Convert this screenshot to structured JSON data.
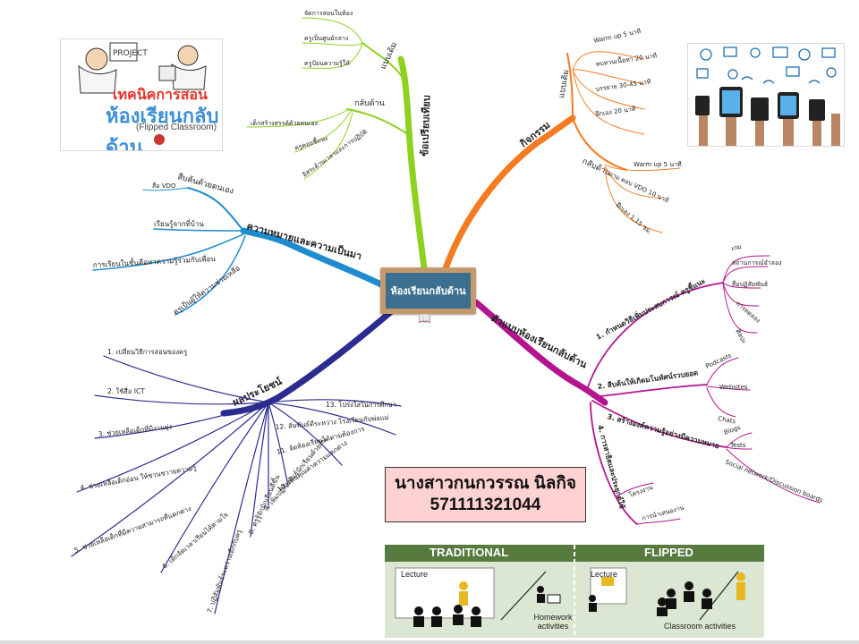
{
  "center": {
    "title": "ห้องเรียนกลับด้าน"
  },
  "student": {
    "name": "นางสาวกนกวรรณ นิลกิจ",
    "id": "571111321044"
  },
  "images": {
    "flipped_logo": {
      "line1": "เทคนิคการสอน",
      "line2": "ห้องเรียนกลับด้าน",
      "line3": "(Flipped Classroom)",
      "badge": "PROJECT"
    },
    "banner": {
      "traditional": "TRADITIONAL",
      "flipped": "FLIPPED",
      "lecture_left": "Lecture",
      "homework": "Homework\nactivities",
      "lecture_right": "Lecture",
      "classroom": "Classroom activities"
    }
  },
  "branches": {
    "compare": {
      "label": "ข้อเปรียบเทียบ",
      "color": "#8ed11f",
      "traditional": {
        "label": "แบบเดิม",
        "items": [
          "จัดการสอนในห้อง",
          "ครูเป็นศูนย์กลาง",
          "ครูป้อนความรู้ให้"
        ]
      },
      "flipped": {
        "label": "กลับด้าน",
        "items": [
          "เด็กสร้างสรรค์ด้วยตนเอง",
          "ครูคอยชี้แนะ",
          "อิสระด้านเวลาและการปฏิบัติ"
        ]
      }
    },
    "activities": {
      "label": "กิจกรรม",
      "color": "#f47b20",
      "traditional": {
        "label": "แบบเดิม",
        "items": [
          "Warm up 5 นาที",
          "ทบทวนเนื้อหา 20 นาที",
          "บรรยาย 30-45 นาที",
          "ฝึกเอง 20 นาที"
        ]
      },
      "flipped": {
        "label": "กลับด้าน",
        "items": [
          "Warm up 5 นาที",
          "ถาม ตอบ VDO 10 นาที",
          "ฝึกเอง 1.15 ชม."
        ]
      }
    },
    "meaning": {
      "label": "ความหมายและความเป็นมา",
      "color": "#1e8ccf",
      "items": [
        {
          "label": "สืบค้นด้วยตนเอง",
          "sub": [
            "สื่อ VDO"
          ]
        },
        {
          "label": "เรียนรู้จากที่บ้าน"
        },
        {
          "label": "การเรียนในชั้นคือหาความรู้ร่วมกับเพื่อน"
        },
        {
          "label": "ครูเป็นผู้ให้ความช่วยเหลือ"
        }
      ]
    },
    "model": {
      "label": "ตัวแบบห้องเรียนกลับด้าน",
      "color": "#b3158f",
      "items": [
        {
          "label": "1. กำหนดวิธีเพิ่มประสบการณ์ ครูชี้แนะ",
          "sub": [
            "เกม",
            "สถานการณ์จำลอง",
            "สื่อปฏิสัมพันธ์",
            "การทดลอง",
            "ศิลปะ"
          ]
        },
        {
          "label": "2. สืบค้นให้เกิดมโนทัศน์รวบยอด",
          "sub": [
            "Podcasts",
            "Websites",
            "Chats"
          ]
        },
        {
          "label": "3. สร้างองค์ความรู้อย่างมีความหมาย",
          "sub": [
            "Blogs",
            "Tests",
            "Social network/Discussion boards"
          ]
        },
        {
          "label": "4. การสาธิตและประยุกต์ใช้",
          "sub": [
            "โครงงาน",
            "การนำเสนองาน"
          ]
        }
      ]
    },
    "benefits": {
      "label": "ผลประโยชน์",
      "color": "#2b2c8f",
      "items": [
        "1. เปลี่ยนวิธีการสอนของครู",
        "2. ใช้สื่อ ICT",
        "3. ช่วยเหลือเด็กที่มีงานยุ่ง",
        "4. ช่วยเหลือเด็กอ่อน ให้ชวนชวายความรู้",
        "5. ช่วยเหลือเด็กที่มีความสามารถที่แตกต่าง",
        "6. เด็กจัดเวลาเรียนได้ตามใจ",
        "7. ปฏิสัมพันธ์ระหว่างเด็กกับครู",
        "8. ครูรู้จักนักเรียนดีขึ้น",
        "9. เพิ่มปฏิสัมพันธ์นักเรียนด้วยกัน",
        "10. เห็นคุณค่าความแตกต่าง",
        "11. จัดห้องเรียนได้ตามต้องการ",
        "12. สัมพันธ์ดีระหว่าง โรงเรียนกับพ่อแม่",
        "13. โปร่งใสในการศึกษา"
      ]
    }
  }
}
